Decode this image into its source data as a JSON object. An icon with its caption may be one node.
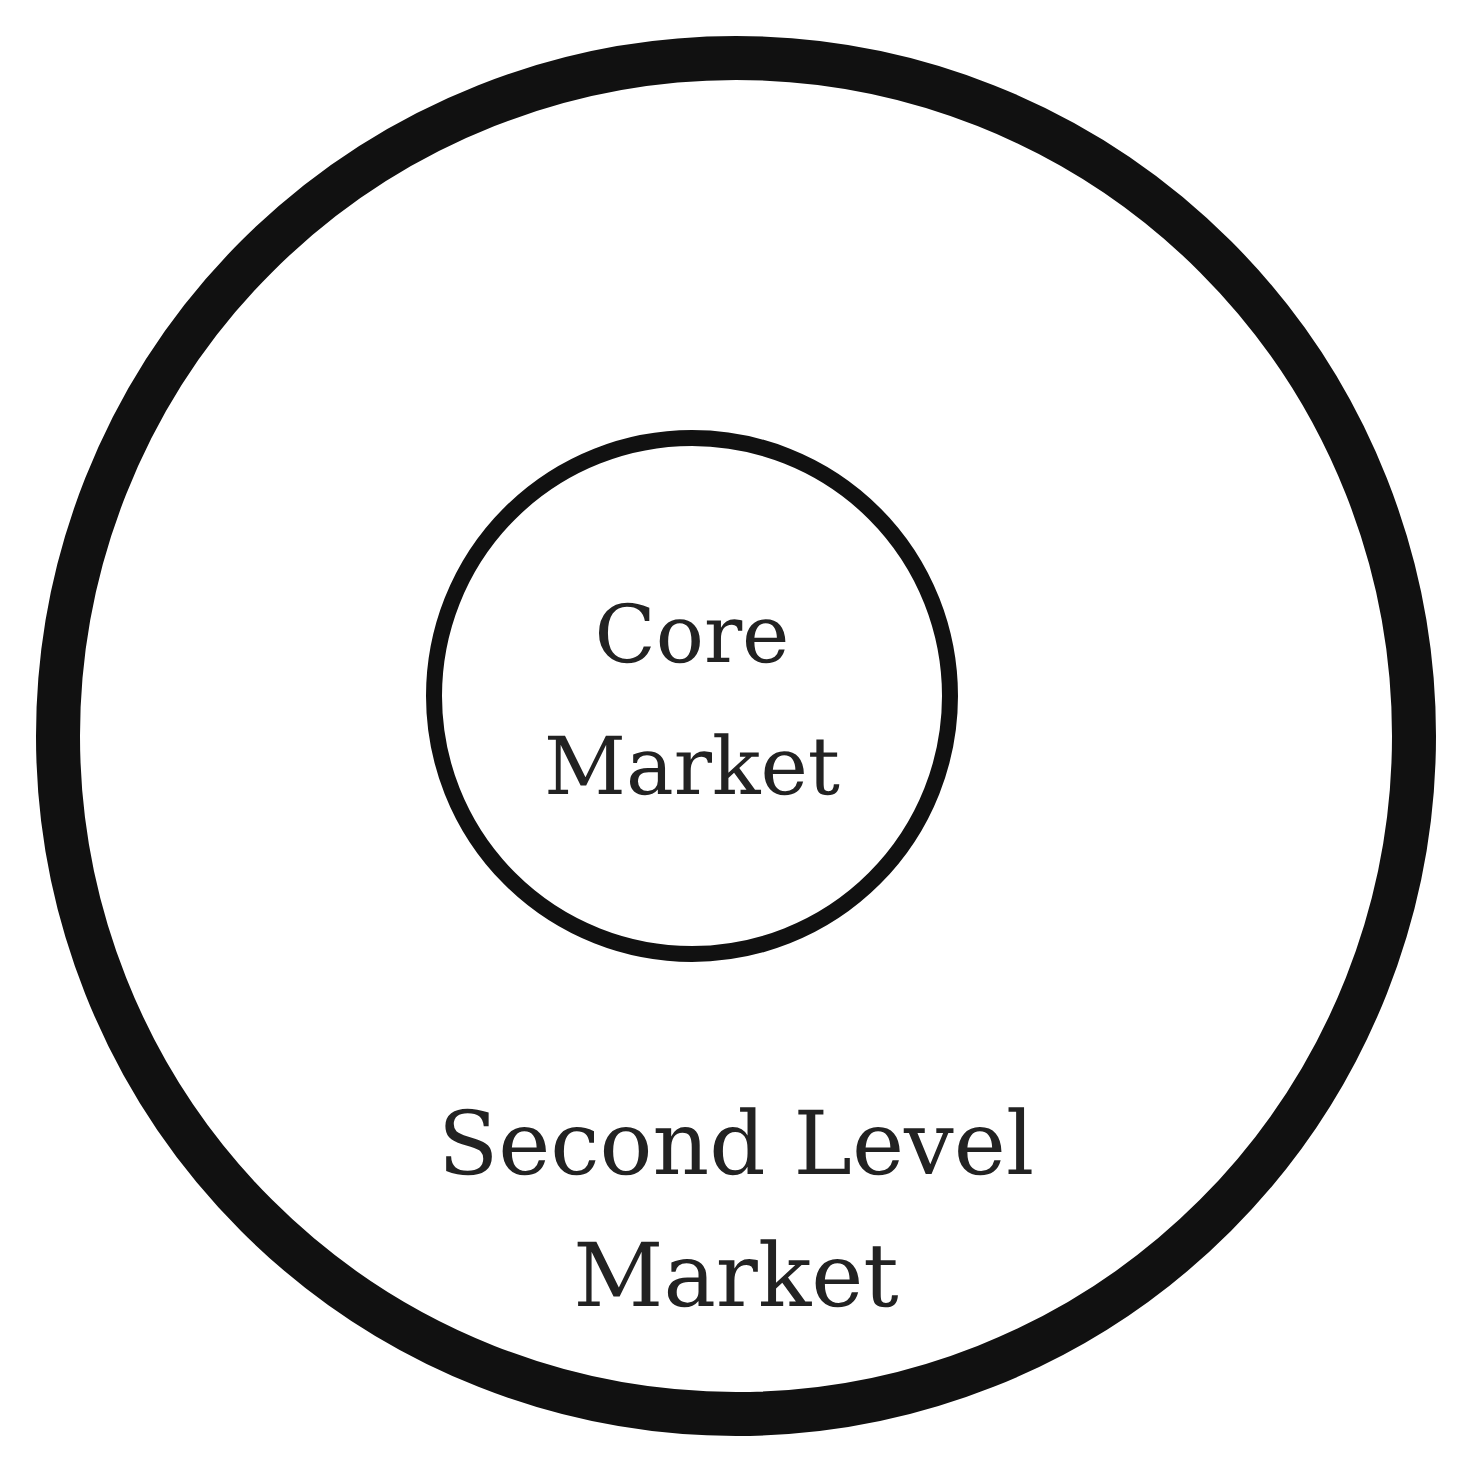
{
  "diagram": {
    "nodes": [
      {
        "text": [
          "Second Level Market"
        ]
      },
      {
        "text": [
          "Core Market"
        ],
        "in": 0
      }
    ]
  }
}
